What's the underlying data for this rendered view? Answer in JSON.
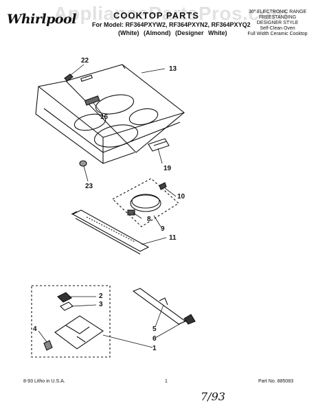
{
  "header": {
    "brand": "Whirlpool",
    "watermark": "AppliancePartsPros.com",
    "title": "COOKTOP PARTS",
    "models": "For Model: RF364PXYW2, RF364PXYN2, RF364PXYQ2",
    "variants": "(White) (Almond) (Designer White)",
    "range_info": [
      "30\" ELECTRONIC RANGE",
      "FREESTANDING",
      "DESIGNER STYLE",
      "Self-Clean Oven",
      "Full Width Ceramic Cooktop"
    ]
  },
  "callouts": [
    "22",
    "13",
    "16",
    "19",
    "23",
    "10",
    "8",
    "9",
    "11",
    "2",
    "3",
    "4",
    "5",
    "6",
    "1"
  ],
  "footer": {
    "litho": "8-93 Litho in U.S.A.",
    "page": "1",
    "part_no": "Part No. 885083",
    "handwritten": "7/93"
  },
  "colors": {
    "ink": "#111111",
    "watermark": "#bebebe",
    "paper": "#ffffff"
  }
}
